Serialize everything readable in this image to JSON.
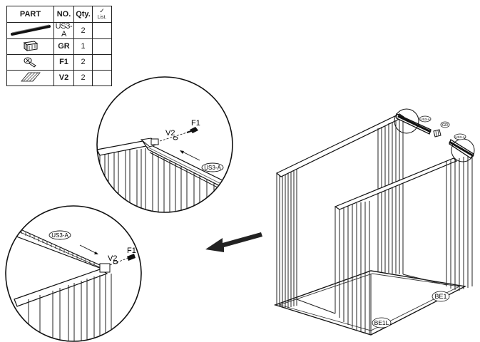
{
  "table": {
    "headers": {
      "part": "PART",
      "no": "NO.",
      "qty": "Qty.",
      "list": "List."
    },
    "rows": [
      {
        "no": "US3-A",
        "qty": "2",
        "icon": "long-rail-icon"
      },
      {
        "no": "GR",
        "qty": "1",
        "icon": "connector-block-icon"
      },
      {
        "no": "F1",
        "qty": "2",
        "icon": "screw-icon"
      },
      {
        "no": "V2",
        "qty": "2",
        "icon": "washer-icon"
      }
    ]
  },
  "callouts": {
    "top_detail": {
      "v2": "V2",
      "f1": "F1",
      "rail": "US3-A"
    },
    "bottom_detail": {
      "rail": "US3-A",
      "v2": "V2",
      "f1": "F1"
    },
    "main": {
      "gr": "GR",
      "us3a_left": "US3-A",
      "us3a_right": "US3-A",
      "be1": "BE1",
      "be1l": "BE1L"
    }
  }
}
